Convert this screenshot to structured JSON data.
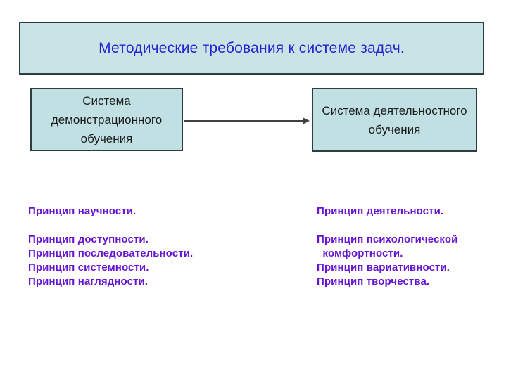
{
  "slide": {
    "title": "Методические требования к системе задач."
  },
  "diagram": {
    "left_box": {
      "label": "Система демонстрационного обучения"
    },
    "right_box": {
      "label": "Система деятельностного обучения"
    },
    "connector": "arrow-right"
  },
  "columns": {
    "left": {
      "lines": [
        "Принцип научности.",
        "",
        "Принцип доступности.",
        "Принцип последовательности.",
        "Принцип системности.",
        "Принцип наглядности."
      ]
    },
    "right": {
      "lines": [
        "Принцип деятельности.",
        "",
        "Принцип психологической",
        "  комфортности.",
        "Принцип вариативности.",
        "Принцип творчества."
      ]
    }
  },
  "colors": {
    "title_box_fill": "#c9e4e6",
    "box_fill": "#c0e0e3",
    "box_border": "#2e3e40",
    "title_text": "#2525cf",
    "box_text": "#1c1c1c",
    "principle_text": "#6614d2",
    "arrow_color": "#404040"
  }
}
